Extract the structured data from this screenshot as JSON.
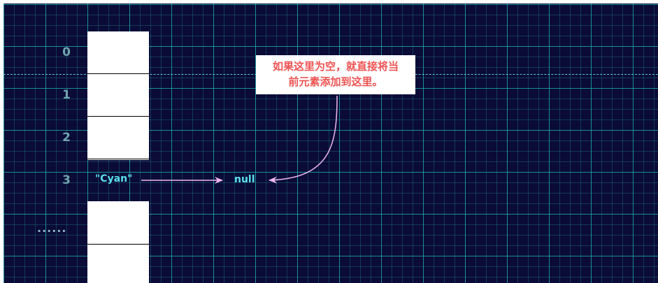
{
  "indices": [
    "0",
    "1",
    "2",
    "3"
  ],
  "ellipsis": "......",
  "slot3": {
    "value": "\"Cyan\"",
    "next": "null"
  },
  "note": {
    "line1": "如果这里为空，就直接将当",
    "line2": "前元素添加到这里。"
  },
  "colors": {
    "background": "#0a0b36",
    "grid": "#20b0b0",
    "index_text": "#71a4b0",
    "value_text": "#5ce0ee",
    "arrow": "#f2b8f0",
    "note_text": "#ee5454"
  }
}
